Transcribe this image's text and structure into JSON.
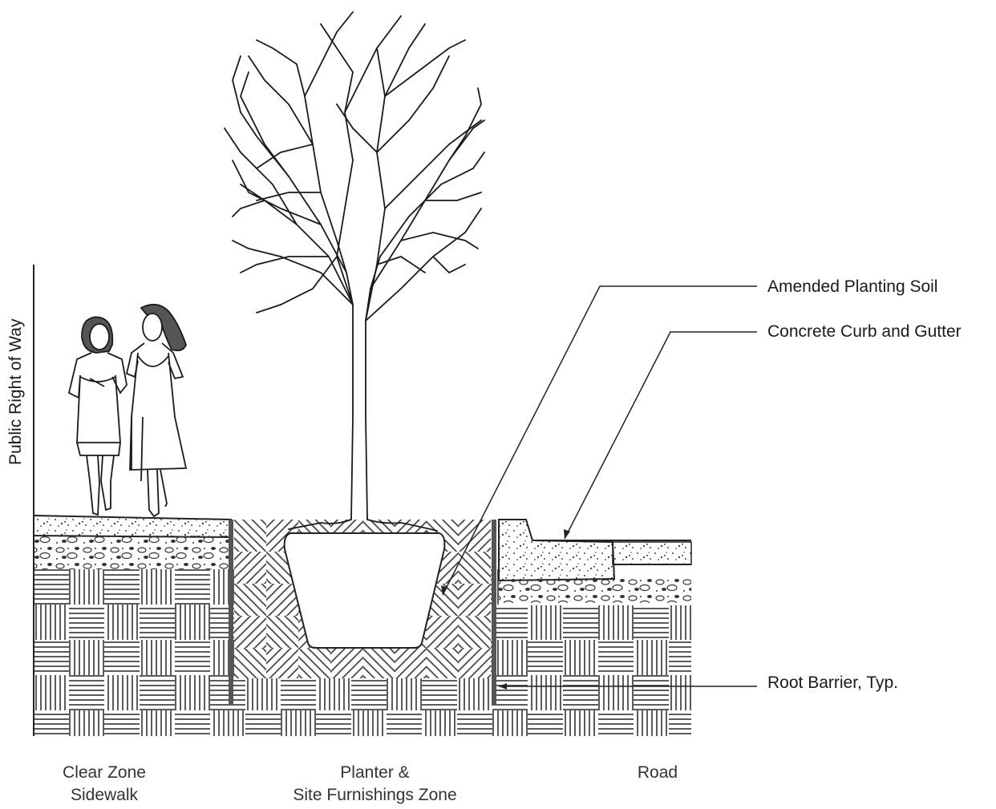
{
  "axis_label": "Public Right of Way",
  "callouts": {
    "soil": "Amended Planting Soil",
    "curb": "Concrete Curb and Gutter",
    "barrier": "Root Barrier, Typ."
  },
  "zones": {
    "sidewalk_line1": "Clear Zone",
    "sidewalk_line2": "Sidewalk",
    "planter_line1": "Planter &",
    "planter_line2": "Site Furnishings Zone",
    "road": "Road"
  }
}
